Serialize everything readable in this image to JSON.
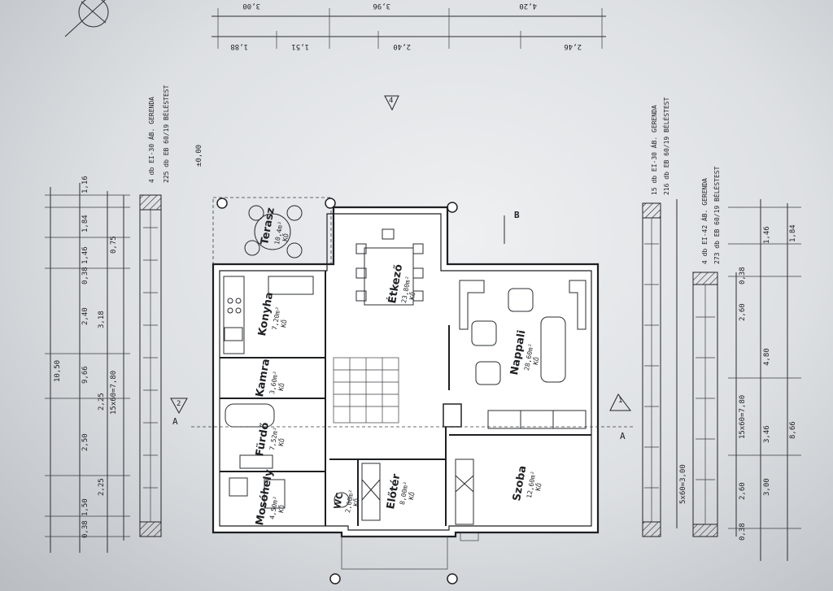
{
  "rooms": {
    "terasz": {
      "name": "Terasz",
      "area": "10,4m²",
      "floor": "KŐ"
    },
    "kanyha": {
      "name": "Konyha",
      "area": "7,20m²",
      "floor": "KŐ"
    },
    "kamra": {
      "name": "Kamra",
      "area": "3,60m²",
      "floor": "KŐ"
    },
    "furdo": {
      "name": "Fürdő",
      "area": "7,52m²",
      "floor": "KŐ"
    },
    "mosokonyha": {
      "name": "Mosóhely",
      "area": "4,50m²",
      "floor": "KŐ"
    },
    "etkezo": {
      "name": "Étkező",
      "area": "23,80m²",
      "floor": "KŐ"
    },
    "nappali": {
      "name": "Nappali",
      "area": "28,60m²",
      "floor": "KŐ"
    },
    "eloter": {
      "name": "Előtér",
      "area": "8,00m²",
      "floor": "KŐ"
    },
    "wc": {
      "name": "WC",
      "area": "2,00m²",
      "floor": "KŐ"
    },
    "szoba": {
      "name": "Szoba",
      "area": "12,60m²",
      "floor": "KŐ"
    }
  },
  "dims": {
    "top_row1": [
      "3,00",
      "3,96",
      "4,20"
    ],
    "top_row2": [
      "1,88",
      "1,51",
      "2,40",
      "2,46"
    ],
    "left_total": "10,50",
    "left_col": [
      "1,84",
      "1,46",
      "2,40",
      "2,25",
      "2,50",
      "2,25",
      "1,50"
    ],
    "left_col2": [
      "9,66",
      "3,18"
    ],
    "left_small": [
      "1,16",
      "0,38",
      "0,75",
      "0,38"
    ],
    "right_col": [
      "1,84",
      "1,46",
      "4,80",
      "3,46",
      "3,00",
      "2,60"
    ],
    "right_total": "8,66",
    "right_small": [
      "0,38",
      "2,60",
      "0,38"
    ],
    "vent": "15x60=7,80",
    "vent2": "5x60=3,00"
  },
  "notes": {
    "left_beam1": "4 db EI-30 ÁB. GERENDA",
    "left_beam2": "225 db EB 60/19 BÉLÉSTEST",
    "right_beam1": "15 db EI-30 ÁB. GERENDA",
    "right_beam2": "216 db EB 60/19 BÉLÉSTEST",
    "right_beam3": "4 db EI-42 ÁB. GERENDA",
    "right_beam4": "273 db EB 60/19 BÉLÉSTEST"
  },
  "markers": {
    "section_a": "A",
    "section_b": "B",
    "axis_1": "1",
    "axis_2": "2",
    "axis_4": "4",
    "level": "±0,00"
  }
}
